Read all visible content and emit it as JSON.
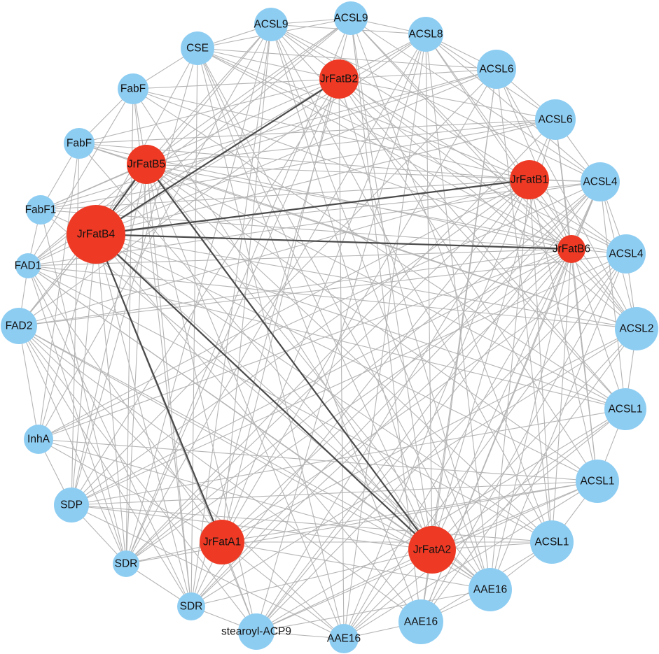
{
  "colors": {
    "hub": "#ee3a24",
    "gene": "#8ecdf2",
    "light_edge": "#b5b5b5",
    "dark_edge": "#4a4a4a",
    "label": "#111111"
  },
  "nodes": [
    {
      "id": "n0",
      "label": "JrFatB4",
      "group": "hub"
    },
    {
      "id": "n1",
      "label": "JrFatB5",
      "group": "hub"
    },
    {
      "id": "n2",
      "label": "JrFatB2",
      "group": "hub"
    },
    {
      "id": "n3",
      "label": "JrFatB1",
      "group": "hub"
    },
    {
      "id": "n4",
      "label": "JrFatB6",
      "group": "hub"
    },
    {
      "id": "n5",
      "label": "JrFatA1",
      "group": "hub"
    },
    {
      "id": "n6",
      "label": "JrFatA2",
      "group": "hub"
    },
    {
      "id": "n7",
      "label": "ACSL9",
      "group": "gene"
    },
    {
      "id": "n8",
      "label": "ACSL9",
      "group": "gene"
    },
    {
      "id": "n9",
      "label": "ACSL8",
      "group": "gene"
    },
    {
      "id": "n10",
      "label": "CSE",
      "group": "gene"
    },
    {
      "id": "n11",
      "label": "ACSL6",
      "group": "gene"
    },
    {
      "id": "n12",
      "label": "FabF",
      "group": "gene"
    },
    {
      "id": "n13",
      "label": "ACSL6",
      "group": "gene"
    },
    {
      "id": "n14",
      "label": "FabF",
      "group": "gene"
    },
    {
      "id": "n15",
      "label": "ACSL4",
      "group": "gene"
    },
    {
      "id": "n16",
      "label": "FabF1",
      "group": "gene"
    },
    {
      "id": "n17",
      "label": "ACSL4",
      "group": "gene"
    },
    {
      "id": "n18",
      "label": "FAD1",
      "group": "gene"
    },
    {
      "id": "n19",
      "label": "ACSL2",
      "group": "gene"
    },
    {
      "id": "n20",
      "label": "FAD2",
      "group": "gene"
    },
    {
      "id": "n21",
      "label": "ACSL1",
      "group": "gene"
    },
    {
      "id": "n22",
      "label": "InhA",
      "group": "gene"
    },
    {
      "id": "n23",
      "label": "ACSL1",
      "group": "gene"
    },
    {
      "id": "n24",
      "label": "SDP",
      "group": "gene"
    },
    {
      "id": "n25",
      "label": "ACSL1",
      "group": "gene"
    },
    {
      "id": "n26",
      "label": "SDR",
      "group": "gene"
    },
    {
      "id": "n27",
      "label": "AAE16",
      "group": "gene"
    },
    {
      "id": "n28",
      "label": "SDR",
      "group": "gene"
    },
    {
      "id": "n29",
      "label": "AAE16",
      "group": "gene"
    },
    {
      "id": "n30",
      "label": "stearoyl-ACP9",
      "group": "gene"
    },
    {
      "id": "n31",
      "label": "AAE16",
      "group": "gene"
    }
  ]
}
